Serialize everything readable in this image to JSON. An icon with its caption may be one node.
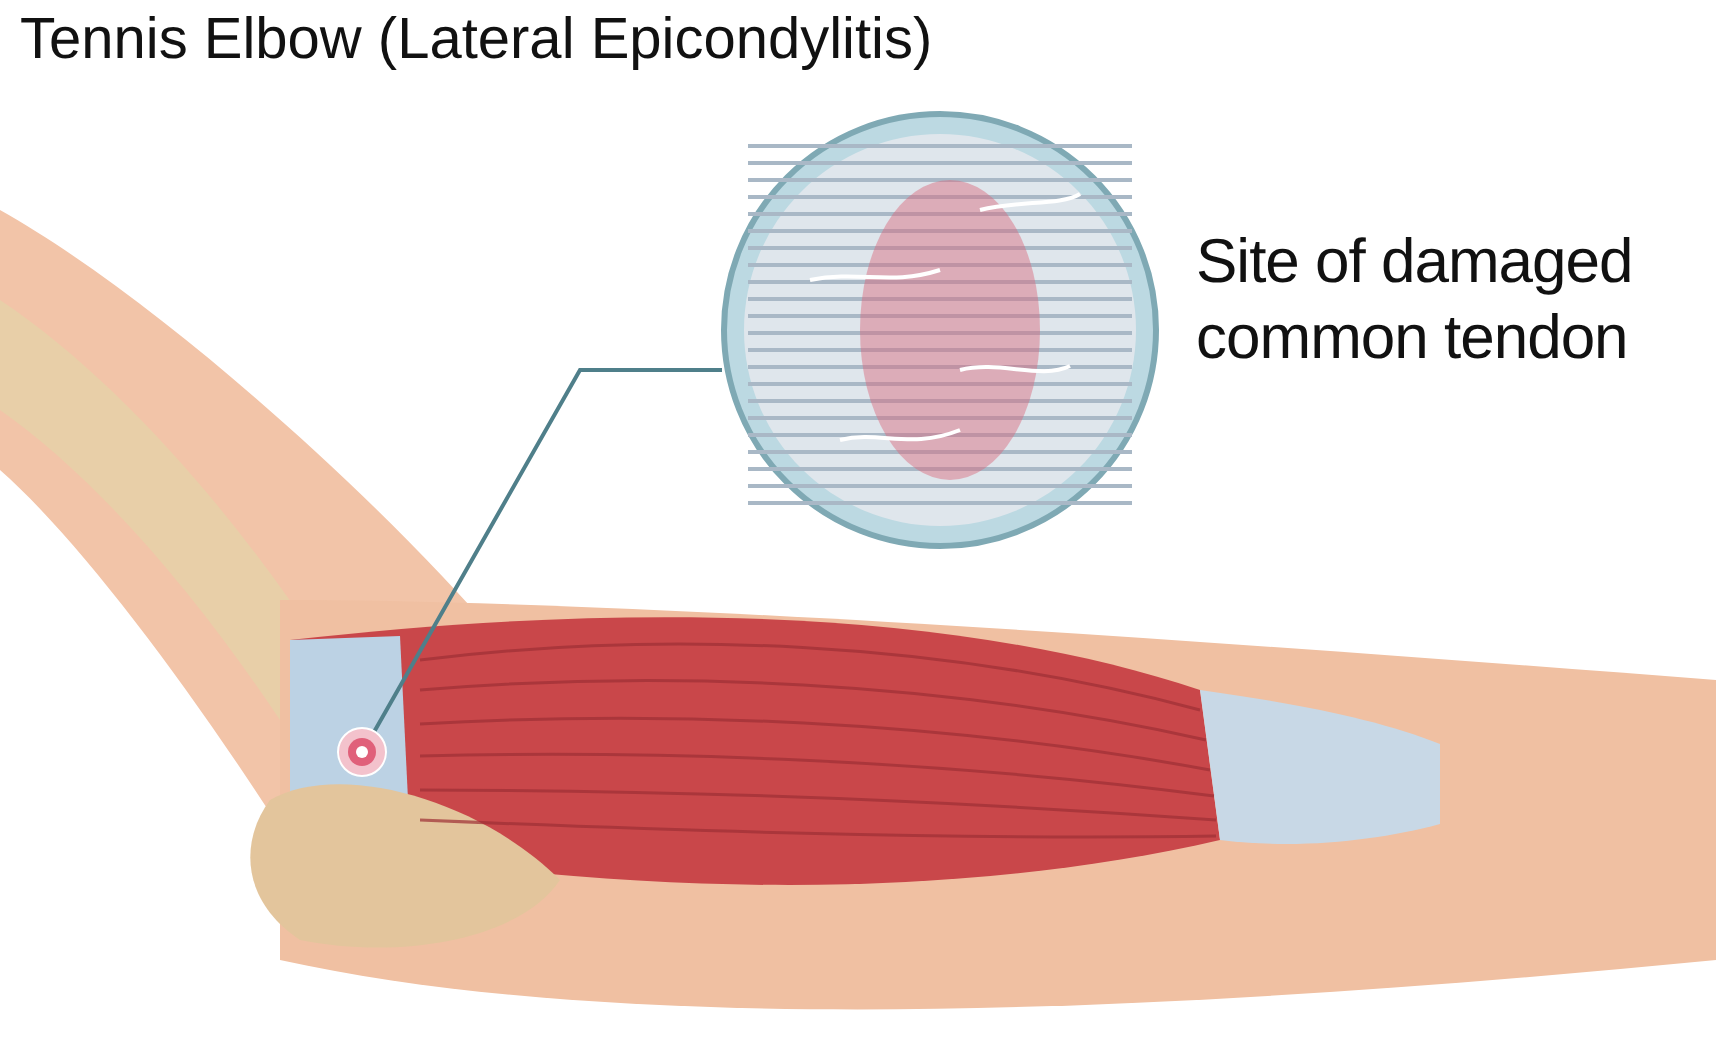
{
  "diagram": {
    "title": "Tennis Elbow (Lateral Epicondylitis)",
    "nodes": [
      {
        "text": [],
        "shape": "picture",
        "beside": [
          "Site of damaged common tendon"
        ]
      },
      {
        "text": [],
        "shape": "circle"
      }
    ],
    "edges": [
      {
        "from": 1,
        "to": 0,
        "arrow": "none"
      }
    ]
  }
}
